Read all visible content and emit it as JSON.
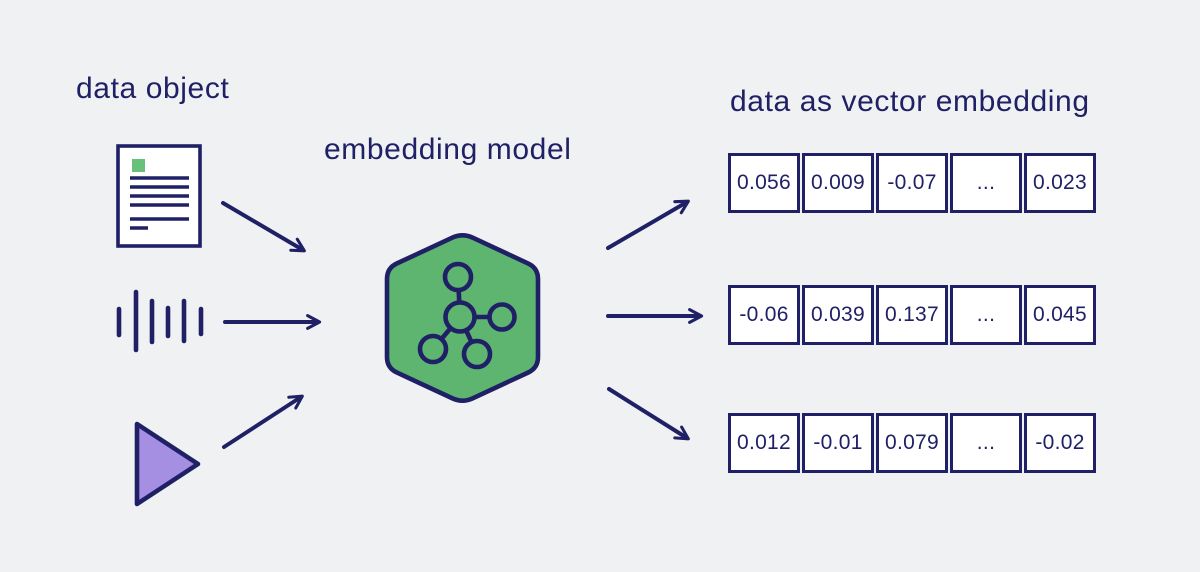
{
  "labels": {
    "data_object": "data object",
    "embedding_model": "embedding model",
    "vector_embedding": "data as vector embedding"
  },
  "vectors": [
    {
      "values": [
        "0.056",
        "0.009",
        "-0.07",
        "...",
        "0.023"
      ]
    },
    {
      "values": [
        "-0.06",
        "0.039",
        "0.137",
        "...",
        "0.045"
      ]
    },
    {
      "values": [
        "0.012",
        "-0.01",
        "0.079",
        "...",
        "-0.02"
      ]
    }
  ],
  "icons": {
    "document": "document-icon",
    "audio": "audio-waveform-icon",
    "video": "play-triangle-icon",
    "model": "hexagon-network-icon",
    "arrows": "arrow-icon"
  },
  "colors": {
    "background": "#f0f1f2",
    "ink_navy": "#1f2065",
    "model_green": "#5db56f",
    "doc_accent_green": "#68c17a",
    "video_purple": "#a58fe3",
    "cell_white": "#ffffff"
  }
}
